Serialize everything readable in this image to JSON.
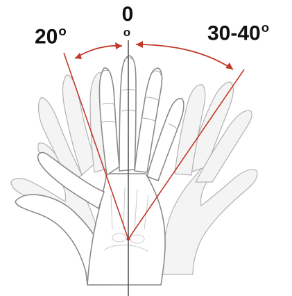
{
  "labels": {
    "left_angle": "20",
    "left_angle_unit": "o",
    "center_angle": "0",
    "center_angle_unit": "o",
    "right_angle": "30-40",
    "right_angle_unit": "o"
  },
  "colors": {
    "angle_lines": "#c0392b",
    "neutral_axis": "#555555",
    "label_text": "#111111"
  },
  "icons": {
    "hand": "hand-illustration",
    "arrow_left": "curved-arrow-left",
    "arrow_right": "curved-arrow-right"
  }
}
